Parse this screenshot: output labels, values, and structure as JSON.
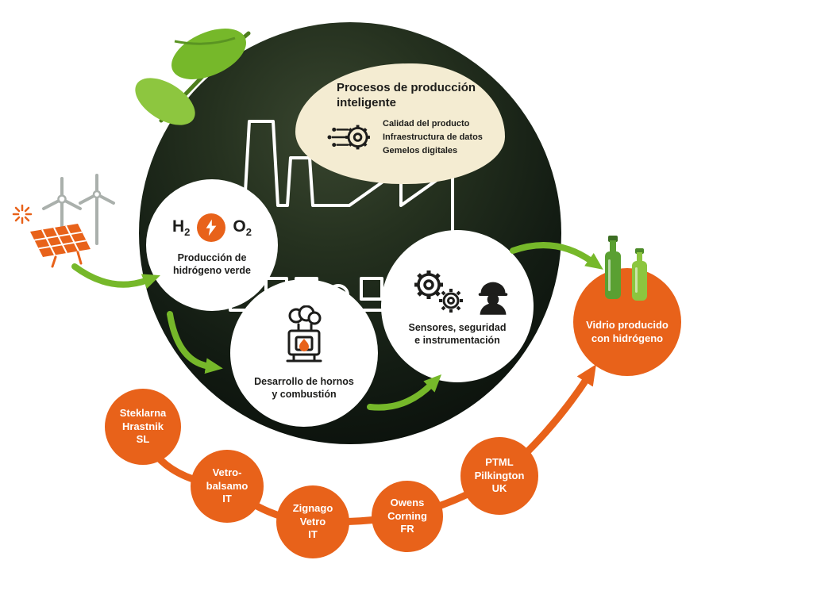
{
  "colors": {
    "orange": "#e8621a",
    "green": "#76b82a",
    "dark_circle": "#1c291f",
    "cream": "#f4ecd2",
    "text_dark": "#1d1d1b",
    "white": "#ffffff"
  },
  "smart_process": {
    "title": "Procesos de producción\ninteligente",
    "items": [
      "Calidad del producto",
      "Infraestructura de datos",
      "Gemelos digitales"
    ]
  },
  "hydrogen": {
    "h": "H",
    "h_sub": "2",
    "o": "O",
    "o_sub": "2",
    "label": "Producción de\nhidrógeno verde"
  },
  "furnace": {
    "label": "Desarrollo de hornos\ny combustión"
  },
  "sensors": {
    "label": "Sensores, seguridad\ne instrumentación"
  },
  "glass": {
    "label": "Vidrio producido\ncon hidrógeno"
  },
  "partners": [
    {
      "name": "Steklarna\nHrastnik\nSL"
    },
    {
      "name": "Vetro-\nbalsamo\nIT"
    },
    {
      "name": "Zignago\nVetro\nIT"
    },
    {
      "name": "Owens\nCorning\nFR"
    },
    {
      "name": "PTML\nPilkington\nUK"
    }
  ]
}
